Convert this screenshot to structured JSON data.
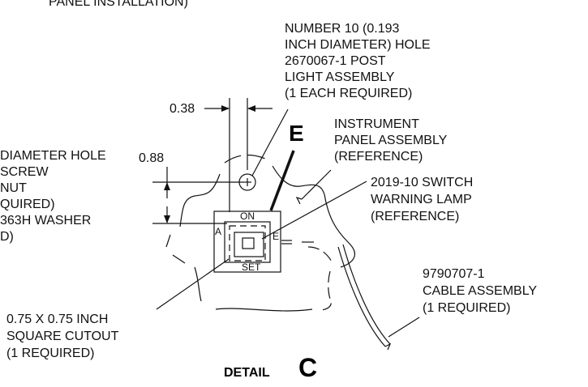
{
  "header_fragment": "PANEL INSTALLATION)",
  "callouts": {
    "post_light": [
      "NUMBER 10 (0.193",
      "INCH DIAMETER) HOLE",
      "2670067-1 POST",
      "LIGHT ASSEMBLY",
      "(1 EACH REQUIRED)"
    ],
    "instrument_panel": [
      "INSTRUMENT",
      "PANEL ASSEMBLY",
      "(REFERENCE)"
    ],
    "switch": [
      "2019-10 SWITCH",
      "WARNING LAMP",
      "(REFERENCE)"
    ],
    "left_hole": [
      "DIAMETER HOLE",
      "SCREW",
      "NUT",
      "QUIRED)",
      "363H WASHER",
      "D)"
    ],
    "cutout": [
      "0.75 X 0.75 INCH",
      "SQUARE CUTOUT",
      "(1 REQUIRED)"
    ],
    "cable": [
      "9790707-1",
      "CABLE ASSEMBLY",
      "(1 REQUIRED)"
    ]
  },
  "dimensions": {
    "horizontal": "0.38",
    "vertical": "0.88"
  },
  "switch_labels": {
    "top": "ON",
    "bottom": "SET",
    "left": "A",
    "right": "E"
  },
  "view_marker": "E",
  "detail": {
    "word": "DETAIL",
    "letter": "C"
  }
}
